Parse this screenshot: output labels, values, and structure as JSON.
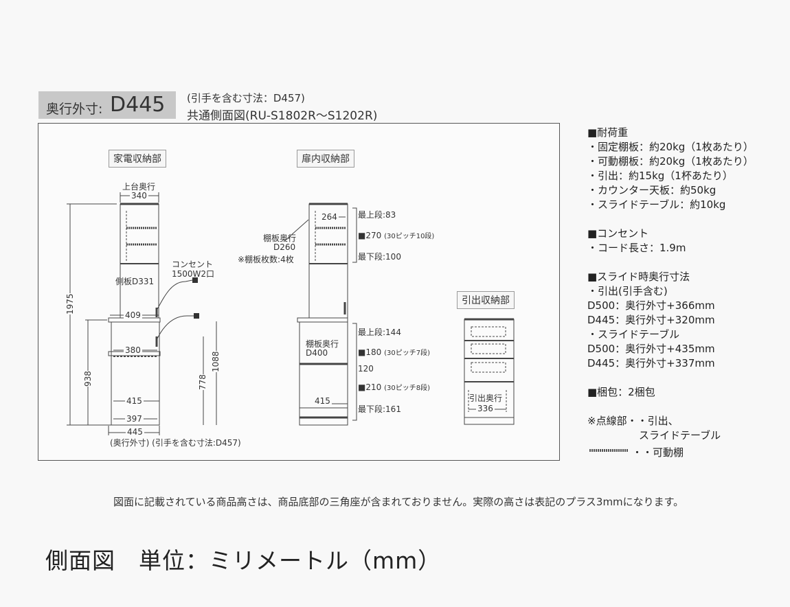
{
  "header": {
    "depth_label": "奥行外寸:",
    "depth_value": "D445",
    "note_handle": "(引手を含む寸法：D457)",
    "model_line": "共通側面図(RU-S1802R～S1202R)"
  },
  "sections": {
    "appliance": "家電収納部",
    "door": "扉内収納部",
    "drawer": "引出収納部"
  },
  "appliance": {
    "top_depth_label": "上台奥行",
    "top_depth": "340",
    "outlet_label1": "コンセント",
    "outlet_label2": "1500W2口",
    "side_panel": "側板D331",
    "total_height": "1975",
    "d409": "409",
    "d380": "380",
    "h938": "938",
    "h778": "778",
    "h1088": "1088",
    "d415": "415",
    "d397": "397",
    "d445": "445",
    "caption": "(奥行外寸) (引手を含む寸法:D457)"
  },
  "door": {
    "d264": "264",
    "top_shelf": "最上段:83",
    "pitch270": "■270",
    "pitch270_note": "(30ピッチ10段)",
    "bottom_shelf": "最下段:100",
    "shelf_depth_label": "棚板奥行",
    "shelf_depth": "D260",
    "shelf_count": "※棚板枚数:4枚",
    "lower_top": "最上段:144",
    "lower_depth_label": "棚板奥行",
    "lower_depth": "D400",
    "pitch180": "■180",
    "pitch180_note": "(30ピッチ7段)",
    "v120": "120",
    "pitch210": "■210",
    "pitch210_note": "(30ピッチ8段)",
    "lower_bottom": "最下段:161",
    "d415": "415"
  },
  "drawer": {
    "depth_label": "引出奥行",
    "depth": "336"
  },
  "specs": [
    "■耐荷重",
    "・固定棚板：約20kg（1枚あたり）",
    "・可動棚板：約20kg（1枚あたり）",
    "・引出：約15kg（1杯あたり）",
    "・カウンター天板：約50kg",
    "・スライドテーブル：約10kg",
    "",
    "■コンセント",
    "・コード長さ：1.9m",
    "",
    "■スライド時奥行寸法",
    "・引出(引手含む)",
    "D500：奥行外寸+366mm",
    "D445：奥行外寸+320mm",
    "・スライドテーブル",
    "D500：奥行外寸+435mm",
    "D445：奥行外寸+337mm",
    "",
    "■梱包：2梱包",
    "",
    "※点線部・・引出、",
    "　　　　　スライドテーブル"
  ],
  "legend_movable": "・・可動棚",
  "footer_note": "図面に記載されている商品高さは、商品底部の三角座が含まれておりません。実際の高さは表記のプラス3mmになります。",
  "footer_title": "側面図　単位：ミリメートル（mm）"
}
